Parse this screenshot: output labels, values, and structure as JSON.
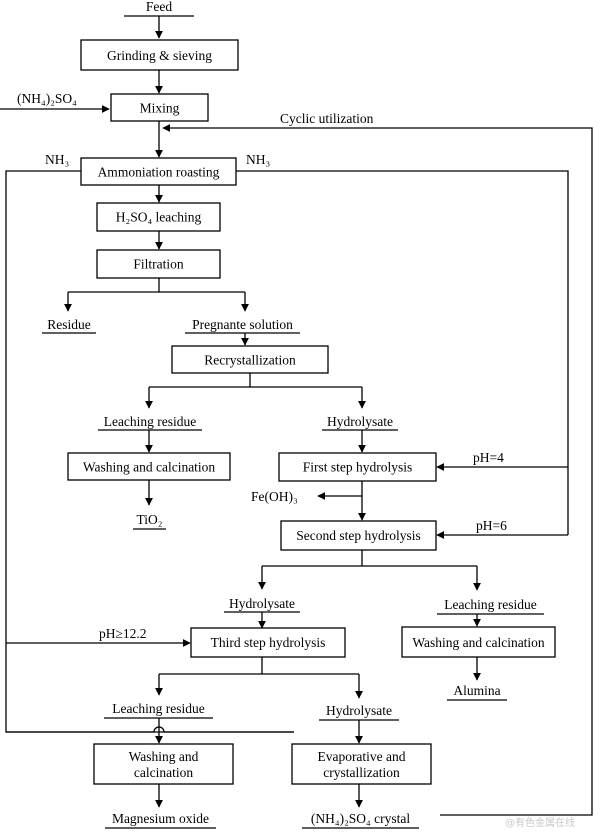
{
  "feed": "Feed",
  "reagent_in": "(NH₄)₂SO₄",
  "cyclic": "Cyclic utilization",
  "nh3_left": "NH₃",
  "nh3_right": "NH₃",
  "steps": {
    "grinding": "Grinding & sieving",
    "mixing": "Mixing",
    "ammoniation": "Ammoniation roasting",
    "leaching": "H₂SO₄ leaching",
    "filtration": "Filtration",
    "recrystallization": "Recrystallization",
    "washing_tio2": "Washing and calcination",
    "first_hydrolysis": "First step hydrolysis",
    "second_hydrolysis": "Second step hydrolysis",
    "third_hydrolysis": "Third step hydrolysis",
    "washing_alumina": "Washing and calcination",
    "washing_mgo_1": "Washing and",
    "washing_mgo_2": "calcination",
    "evaporative_1": "Evaporative and",
    "evaporative_2": "crystallization"
  },
  "labels": {
    "residue": "Residue",
    "pregnant": "Pregnante solution",
    "leach_res_1": "Leaching residue",
    "hydrolysate_1": "Hydrolysate",
    "tio2": "TiO₂",
    "feoh3": "Fe(OH)₃",
    "ph4": "pH=4",
    "ph6": "pH=6",
    "hydrolysate_2": "Hydrolysate",
    "leach_res_2": "Leaching residue",
    "ph122": "pH≥12.2",
    "alumina": "Alumina",
    "leach_res_3": "Leaching residue",
    "hydrolysate_3": "Hydrolysate",
    "mgo": "Magnesium oxide",
    "crystal": "(NH₄)₂SO₄ crystal"
  },
  "watermark": "@有色金属在线"
}
